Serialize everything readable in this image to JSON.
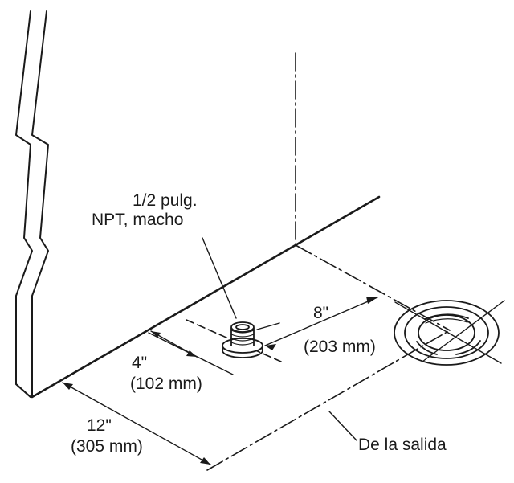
{
  "labels": {
    "connector_line1": "1/2 pulg.",
    "connector_line2": "NPT, macho",
    "dim8_in": "8\"",
    "dim8_mm": "(203 mm)",
    "dim4_in": "4\"",
    "dim4_mm": "(102 mm)",
    "dim12_in": "12\"",
    "dim12_mm": "(305 mm)",
    "outlet": "De la salida"
  },
  "colors": {
    "ink": "#1a1a1a",
    "paper": "#ffffff"
  }
}
